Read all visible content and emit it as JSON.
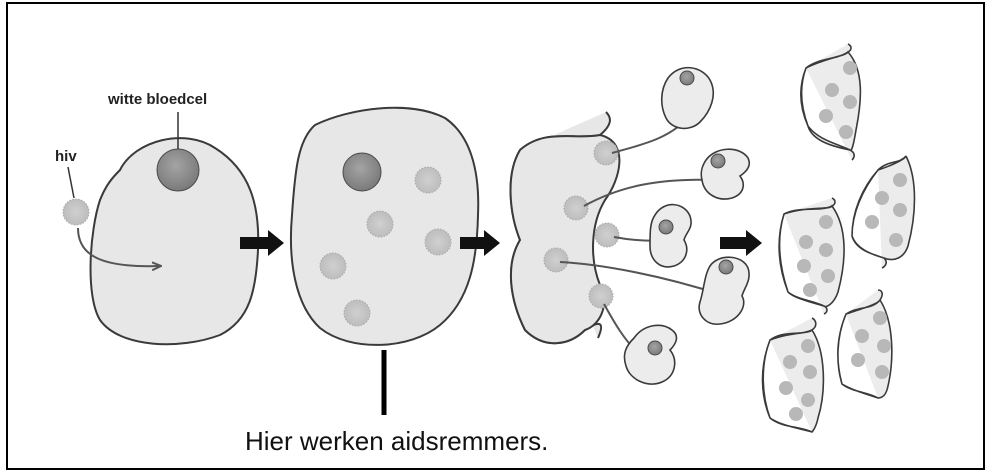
{
  "labels": {
    "white_blood_cell": "witte bloedcel",
    "virus": "hiv",
    "caption": "Hier werken aidsremmers."
  },
  "colors": {
    "cell_fill": "#e7e7e7",
    "outline": "#3a3a3a",
    "nucleus": "#8c8c8c",
    "arrow": "#111111"
  }
}
